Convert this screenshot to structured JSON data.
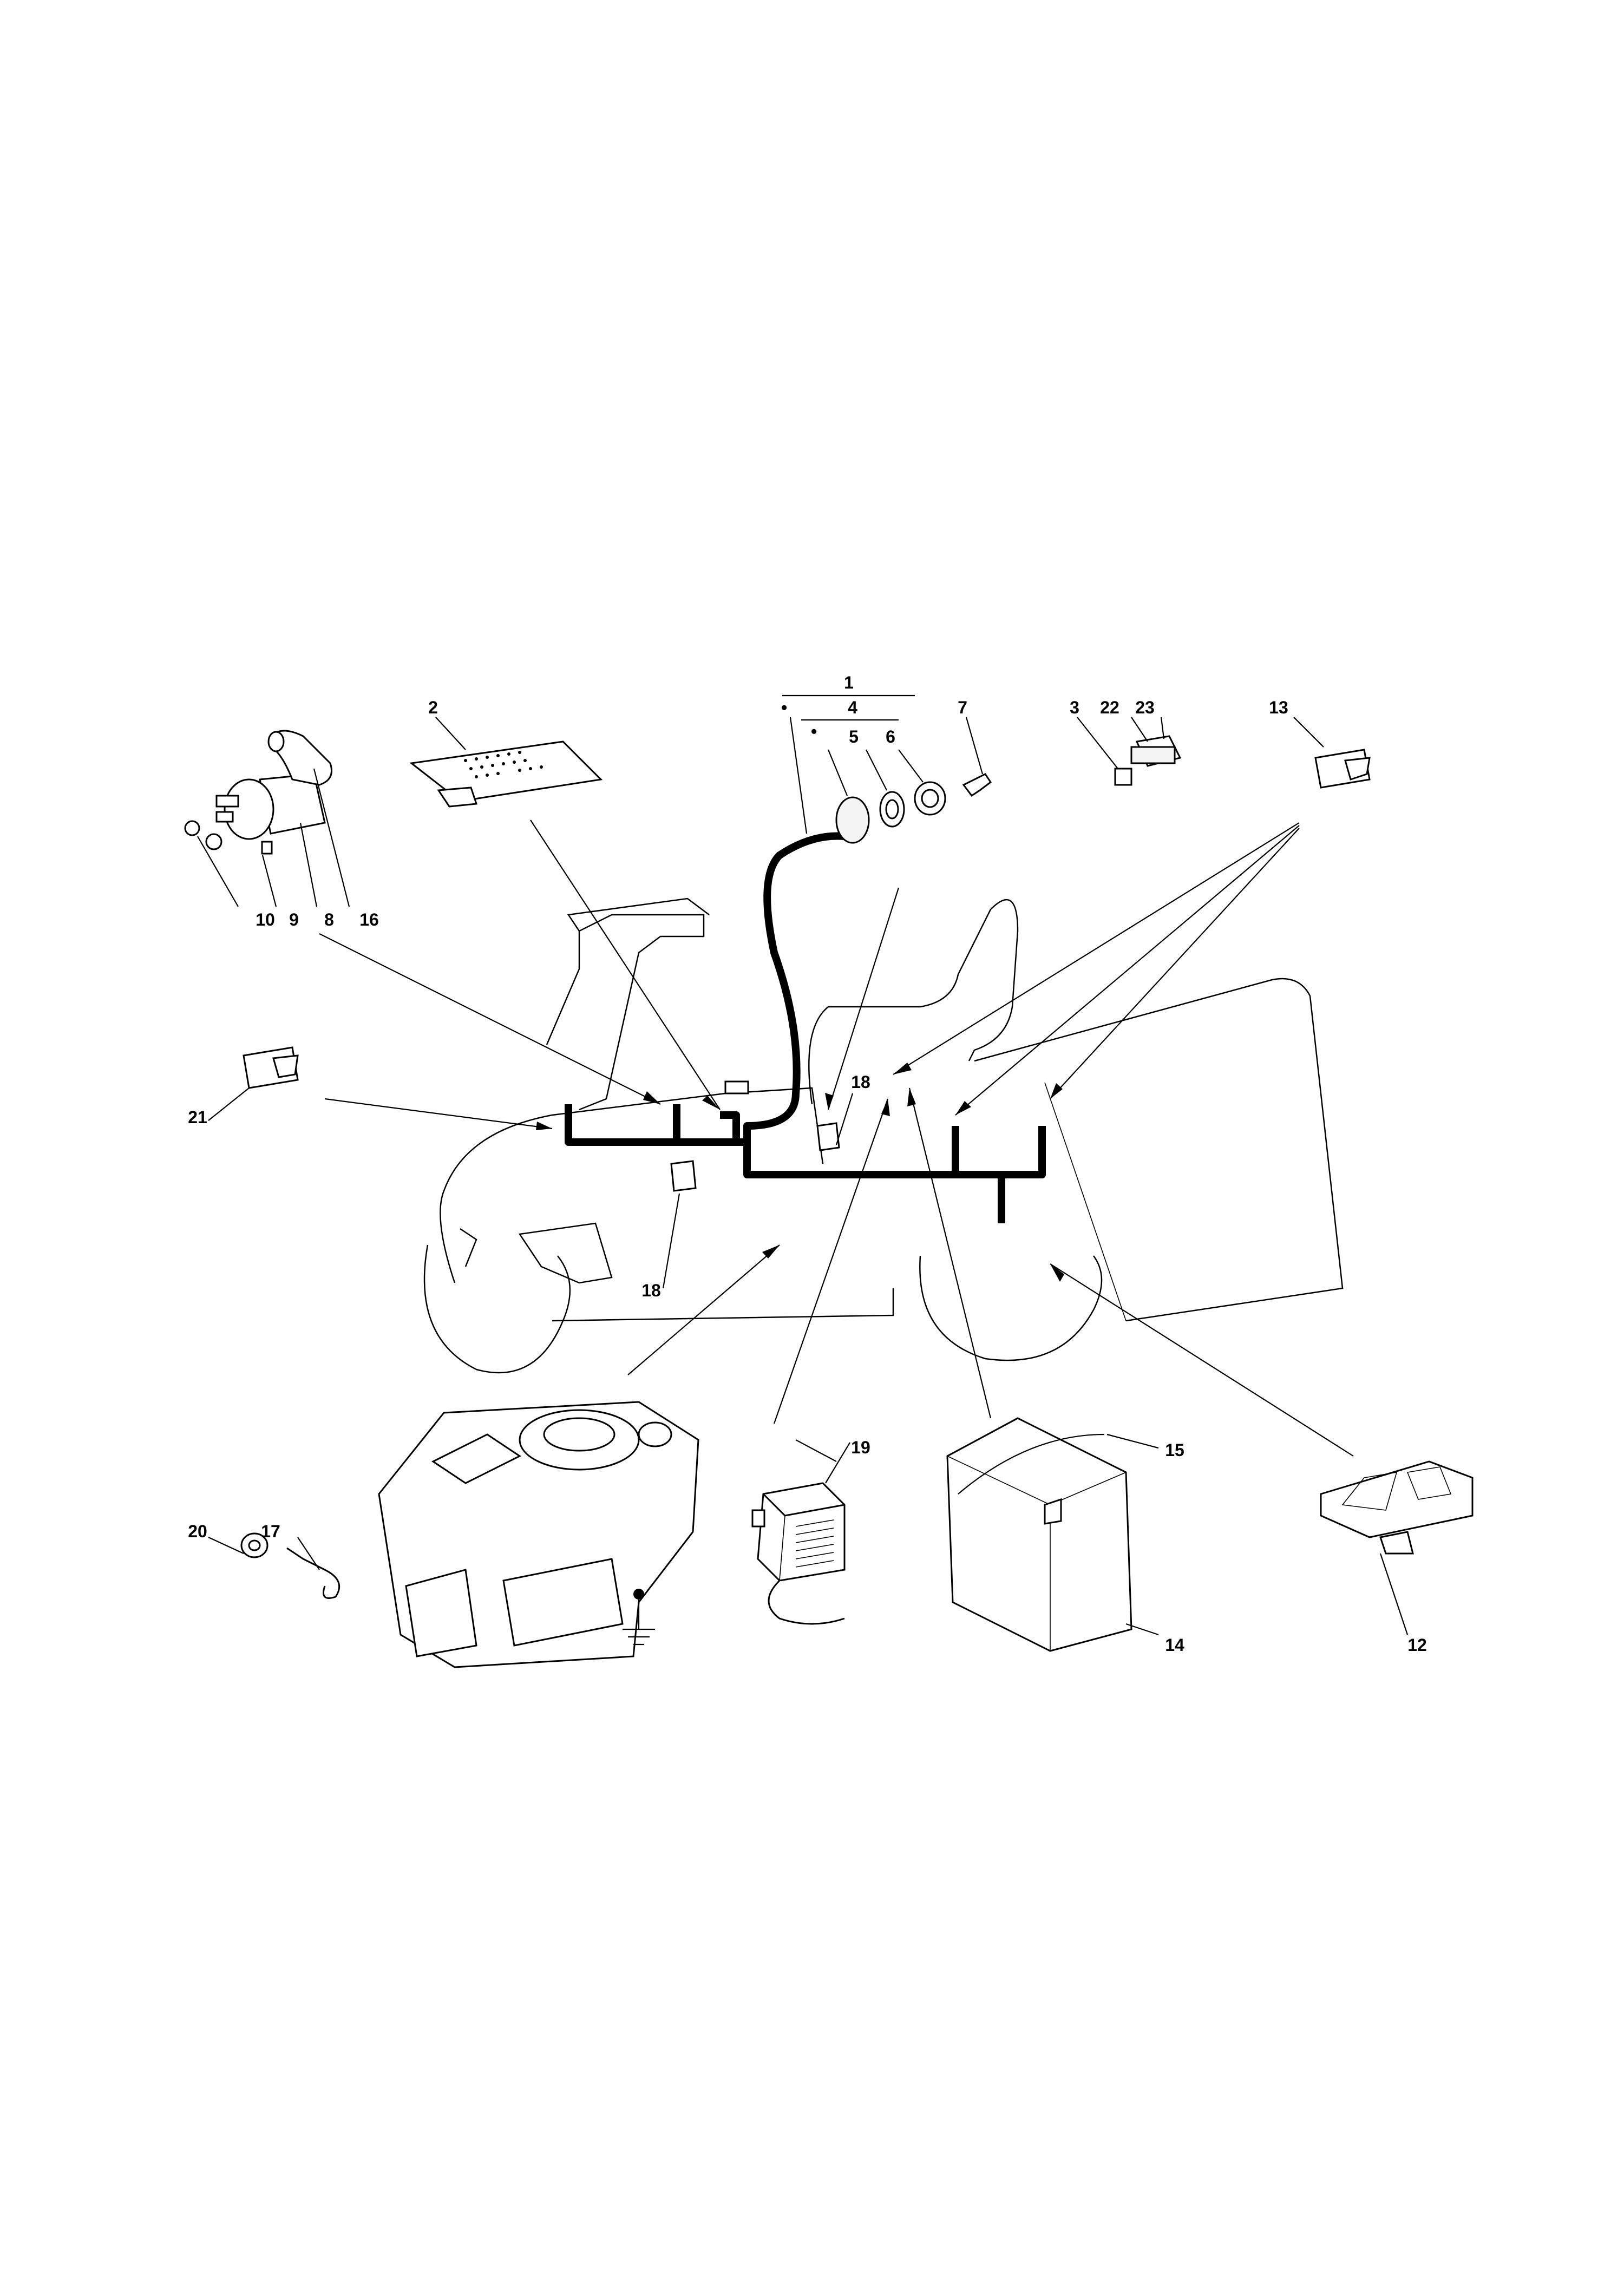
{
  "diagram": {
    "type": "exploded-parts-diagram",
    "subject": "ride-on mower electrical system",
    "callouts": [
      {
        "id": "c1",
        "label": "1"
      },
      {
        "id": "c2",
        "label": "2"
      },
      {
        "id": "c3",
        "label": "3"
      },
      {
        "id": "c4",
        "label": "4"
      },
      {
        "id": "c5",
        "label": "5"
      },
      {
        "id": "c6",
        "label": "6"
      },
      {
        "id": "c7",
        "label": "7"
      },
      {
        "id": "c8",
        "label": "8"
      },
      {
        "id": "c9",
        "label": "9"
      },
      {
        "id": "c10",
        "label": "10"
      },
      {
        "id": "c12",
        "label": "12"
      },
      {
        "id": "c13",
        "label": "13"
      },
      {
        "id": "c14",
        "label": "14"
      },
      {
        "id": "c15",
        "label": "15"
      },
      {
        "id": "c16",
        "label": "16"
      },
      {
        "id": "c17",
        "label": "17"
      },
      {
        "id": "c18a",
        "label": "18"
      },
      {
        "id": "c18b",
        "label": "18"
      },
      {
        "id": "c19",
        "label": "19"
      },
      {
        "id": "c20",
        "label": "20"
      },
      {
        "id": "c21",
        "label": "21"
      },
      {
        "id": "c22",
        "label": "22"
      },
      {
        "id": "c23",
        "label": "23"
      }
    ],
    "bullet_marks": [
      "•",
      "•"
    ]
  }
}
